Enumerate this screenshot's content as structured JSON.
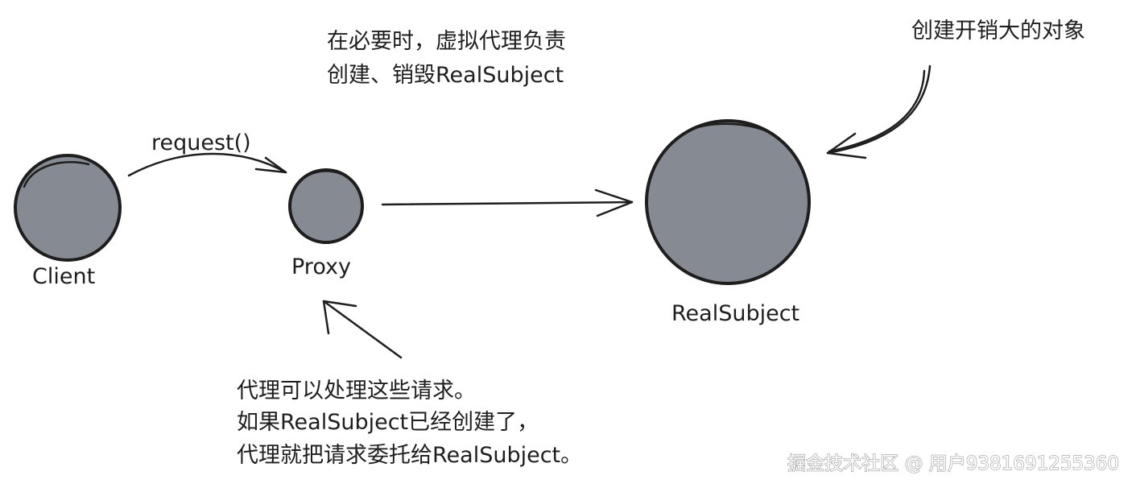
{
  "nodes": {
    "client": {
      "label": "Client"
    },
    "proxy": {
      "label": "Proxy"
    },
    "real_subject": {
      "label": "RealSubject"
    }
  },
  "edges": {
    "client_to_proxy": {
      "label": "request()"
    }
  },
  "notes": {
    "top_center": {
      "lines": [
        "在必要时，虚拟代理负责",
        "创建、销毁RealSubject"
      ]
    },
    "top_right": {
      "lines": [
        "创建开销大的对象"
      ]
    },
    "bottom": {
      "lines": [
        "代理可以处理这些请求。",
        "如果RealSubject已经创建了，",
        "代理就把请求委托给RealSubject。"
      ]
    }
  },
  "watermark": "掘金技术社区 @ 用户9381691255360",
  "colors": {
    "node_fill": "#868a93",
    "stroke": "#1e1e1e",
    "background": "#ffffff"
  }
}
